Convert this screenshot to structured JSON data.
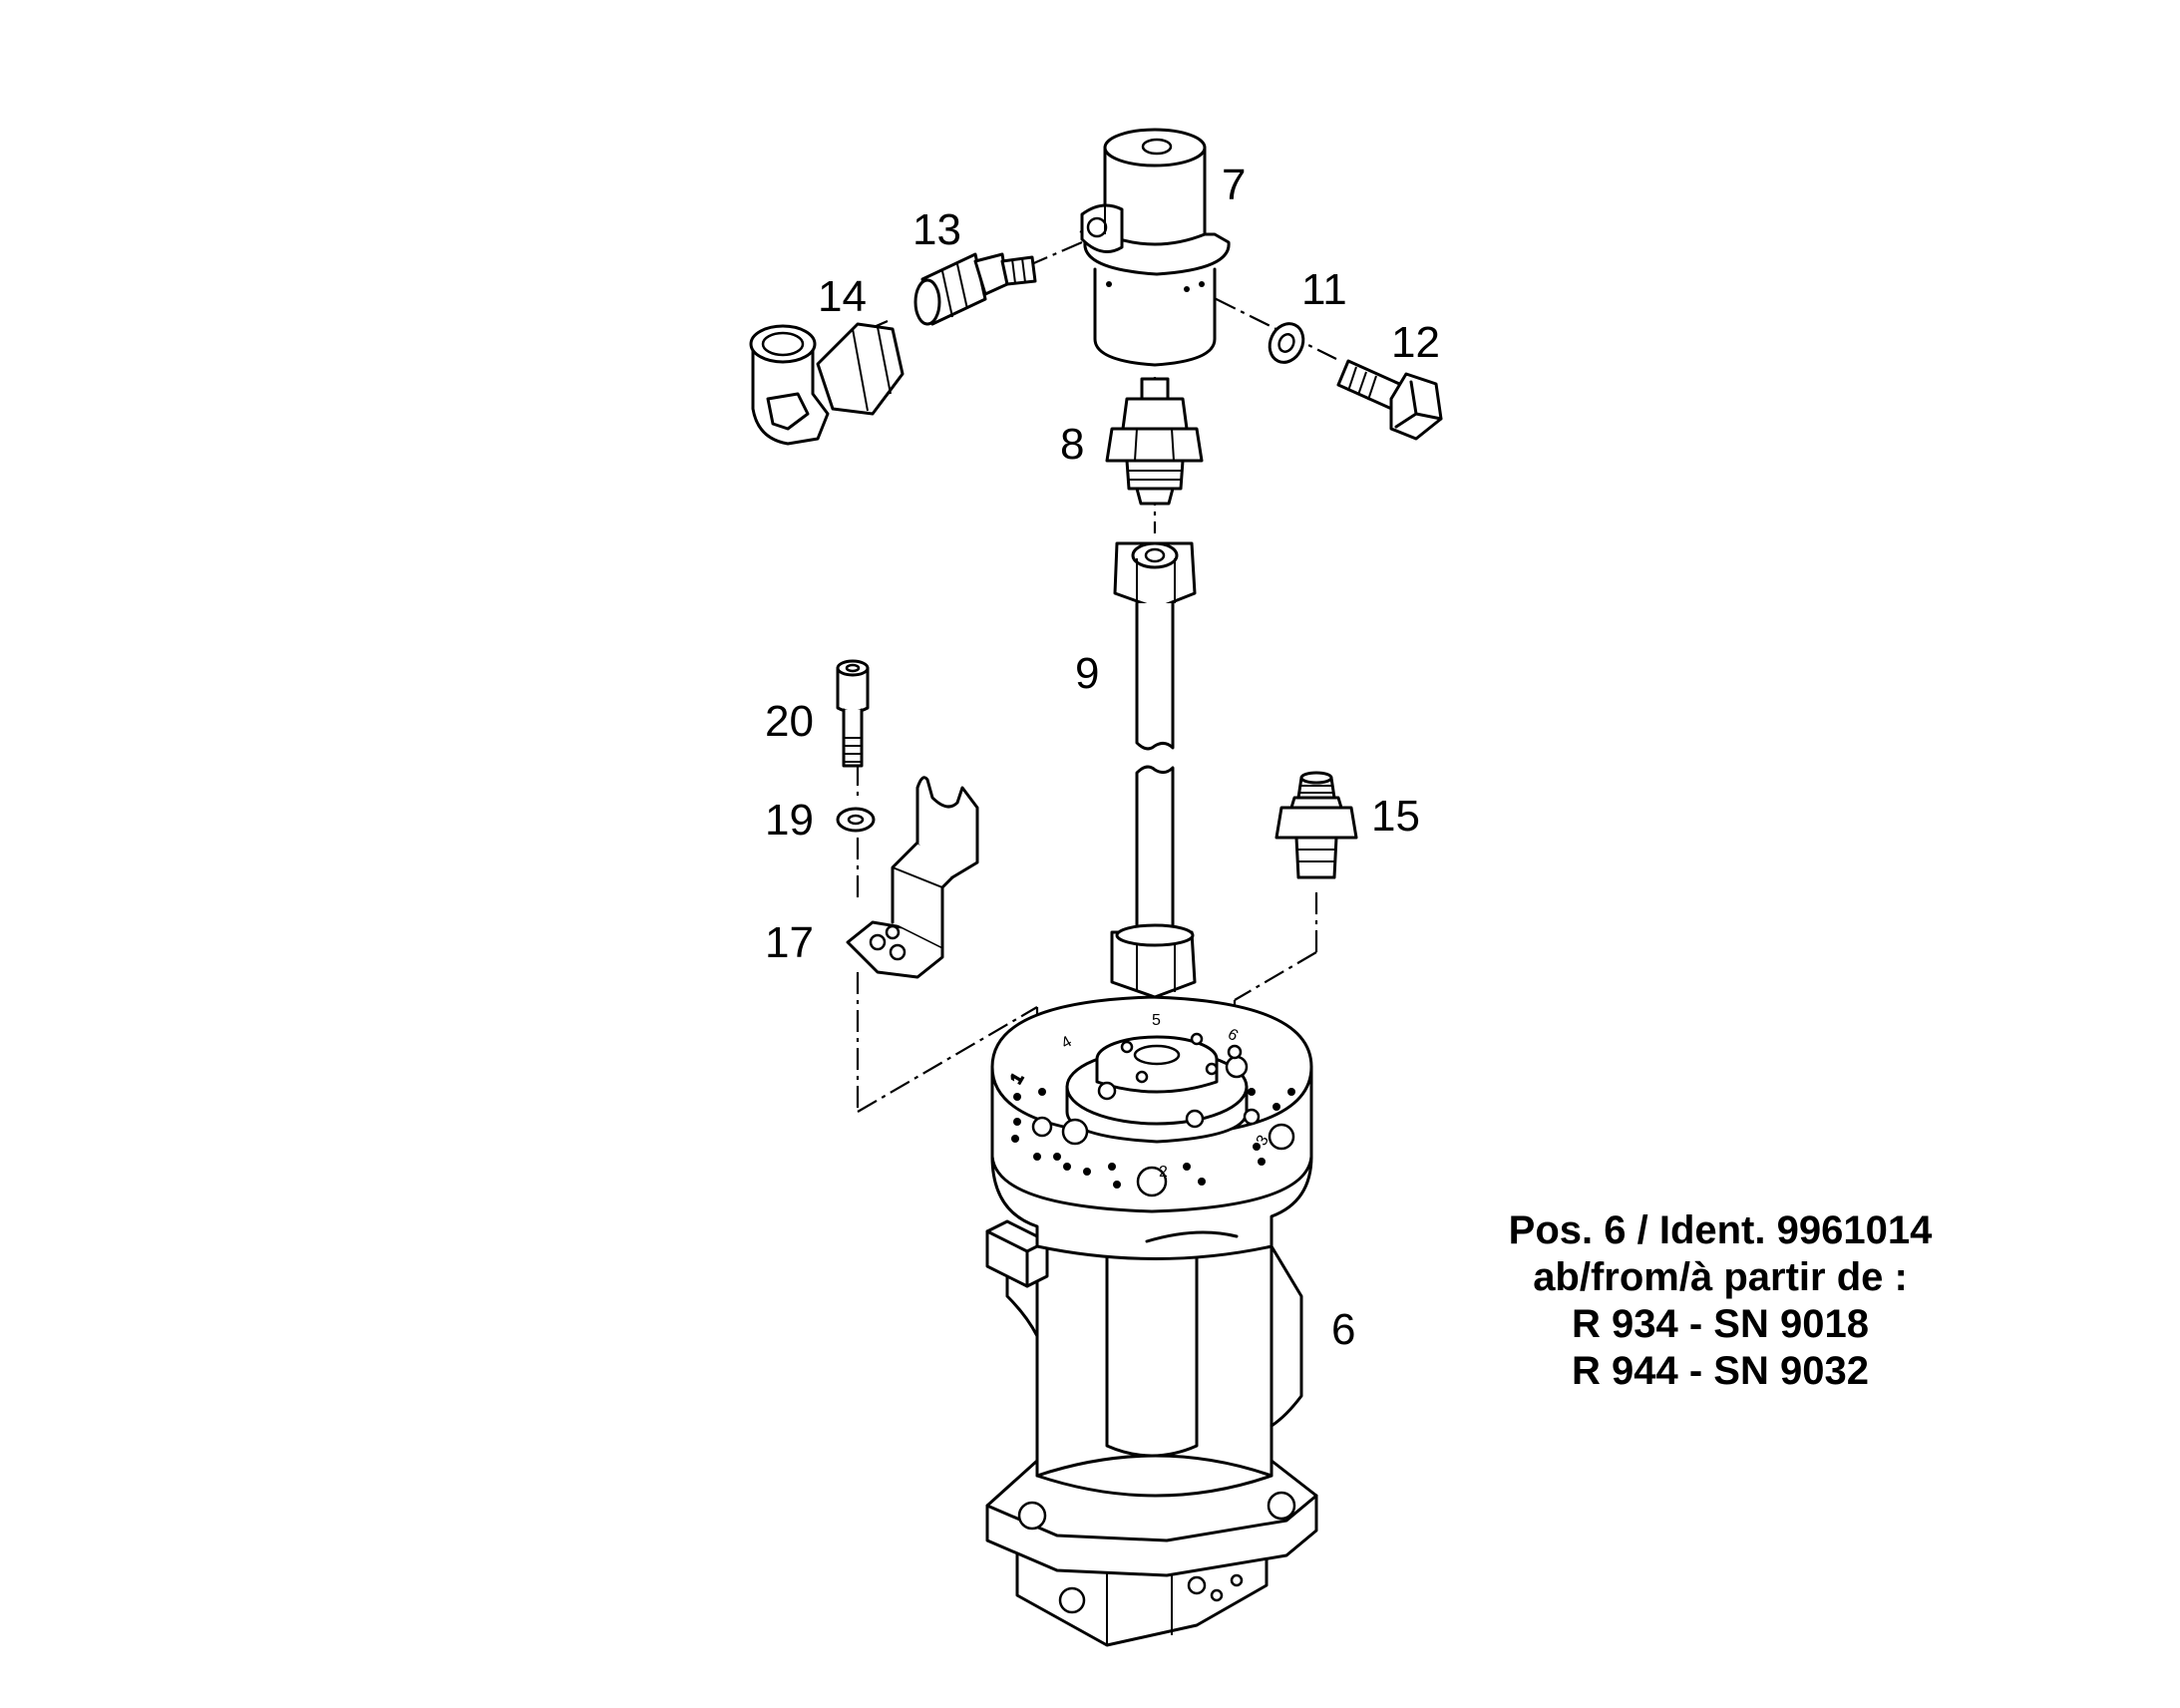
{
  "labels": {
    "p6": "6",
    "p7": "7",
    "p8": "8",
    "p9": "9",
    "p11": "11",
    "p12": "12",
    "p13": "13",
    "p14": "14",
    "p15": "15",
    "p17": "17",
    "p19": "19",
    "p20": "20"
  },
  "note": {
    "line1": "Pos. 6 / Ident. 9961014",
    "line2": "ab/from/à partir de :",
    "line3": "R 934 - SN 9018",
    "line4": "R 944 - SN 9032"
  },
  "port_marks": {
    "m1": "1",
    "m2": "2",
    "m3": "3",
    "m4": "4",
    "m5": "5",
    "m6": "6"
  }
}
